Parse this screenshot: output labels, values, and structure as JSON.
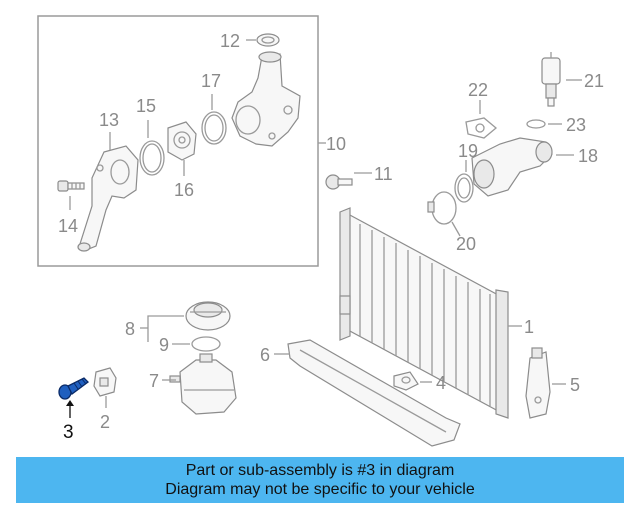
{
  "diagram": {
    "callouts": {
      "c1": "1",
      "c2": "2",
      "c3": "3",
      "c4": "4",
      "c5": "5",
      "c6": "6",
      "c7": "7",
      "c8": "8",
      "c9": "9",
      "c10": "10",
      "c11": "11",
      "c12": "12",
      "c13": "13",
      "c14": "14",
      "c15": "15",
      "c16": "16",
      "c17": "17",
      "c18": "18",
      "c19": "19",
      "c20": "20",
      "c21": "21",
      "c22": "22",
      "c23": "23"
    },
    "highlight_color": "#1f5fbf"
  },
  "banner": {
    "line1": "Part or sub-assembly is #3 in diagram",
    "line2": "Diagram may not be specific to your vehicle",
    "background": "#4db6f0"
  }
}
